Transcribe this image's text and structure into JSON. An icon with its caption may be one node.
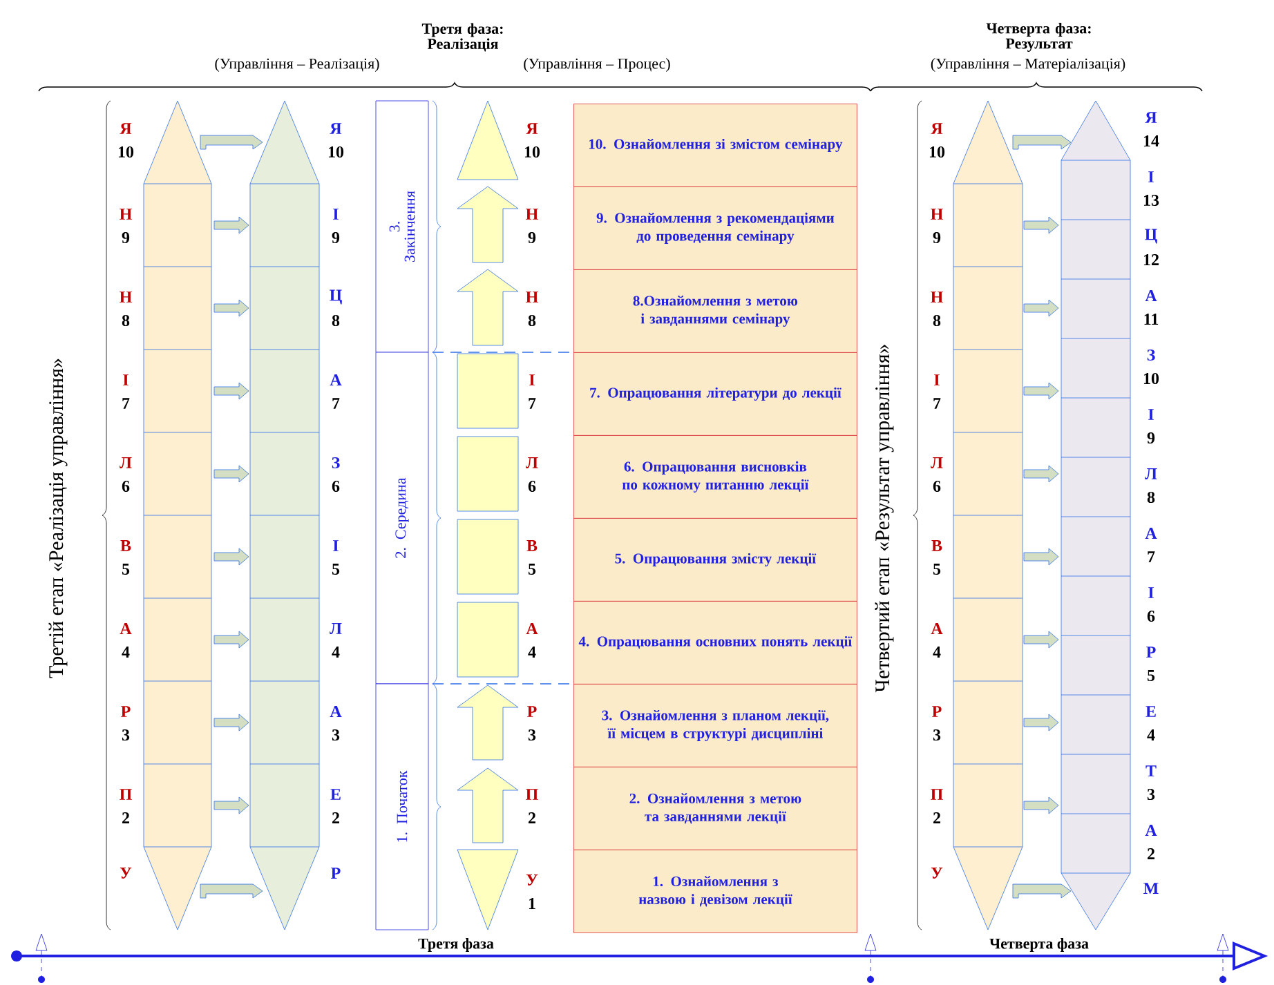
{
  "diagram": {
    "nodes": [
      {
        "text": [
          "3. Закінчення"
        ]
      },
      {
        "text": [
          "2. Середина"
        ]
      },
      {
        "text": [
          "1. Початок"
        ]
      },
      {
        "text": [
          "10. Ознайомлення  зі змістом семінару"
        ]
      },
      {
        "text": [
          "9. Ознайомлення  з рекомендаціями до  проведення семінару"
        ]
      },
      {
        "text": [
          "8.Ознайомлення з метою і завданнями семінару"
        ]
      },
      {
        "text": [
          "7. Опрацювання літератури до лекції"
        ]
      },
      {
        "text": [
          "6. Опрацювання висновків по кожному питанню лекції"
        ]
      },
      {
        "text": [
          "5. Опрацювання змісту лекції"
        ]
      },
      {
        "text": [
          "4. Опрацювання основних понять лекції"
        ]
      },
      {
        "text": [
          "3. Ознайомлення з планом лекції, її місцем в структурі дисципліні"
        ]
      },
      {
        "text": [
          "2. Ознайомлення з метою та завданнями лекції"
        ]
      },
      {
        "text": [
          "1. Ознайомлення з назвою і девізом  лекції"
        ]
      }
    ],
    "labels": [
      "Третя фаза: Реалізація",
      "Четверта  фаза: Результат",
      "(Управління – Реалізація)",
      "(Управління – Процес)",
      "(Управління – Матеріалізація)",
      "Третій етап «Реалізація  управління»",
      "Четвертий етап «Результат управління»",
      "Я",
      "10",
      "Н",
      "9",
      "Н",
      "8",
      "І",
      "7",
      "Л",
      "6",
      "В",
      "5",
      "А",
      "4",
      "Р",
      "3",
      "П",
      "2",
      "У",
      "Я",
      "10",
      "І",
      "9",
      "Ц",
      "8",
      "А",
      "7",
      "З",
      "6",
      "І",
      "5",
      "Л",
      "4",
      "А",
      "3",
      "Е",
      "2",
      "Р",
      "Я",
      "10",
      "Н",
      "9",
      "Н",
      "8",
      "І",
      "7",
      "Л",
      "6",
      "В",
      "5",
      "А",
      "4",
      "Р",
      "3",
      "П",
      "2",
      "У",
      "1",
      "Я",
      "10",
      "Н",
      "9",
      "Н",
      "8",
      "І",
      "7",
      "Л",
      "6",
      "В",
      "5",
      "А",
      "4",
      "Р",
      "3",
      "П",
      "2",
      "У",
      "Я",
      "14",
      "І",
      "13",
      "Ц",
      "12",
      "А",
      "11",
      "З",
      "10",
      "І",
      "9",
      "Л",
      "8",
      "А",
      "7",
      "І",
      "6",
      "Р",
      "5",
      "Е",
      "4",
      "Т",
      "3",
      "А",
      "2",
      "М",
      "Третя фаза",
      "Четверта фаза"
    ]
  }
}
